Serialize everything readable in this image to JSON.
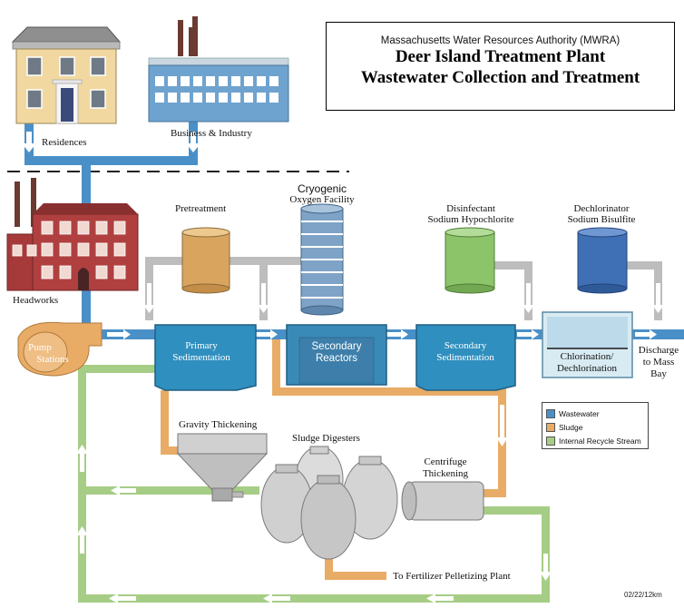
{
  "header": {
    "organization": "Massachusetts Water Resources Authority (MWRA)",
    "title_line1": "Deer Island Treatment Plant",
    "title_line2": "Wastewater Collection and Treatment"
  },
  "labels": {
    "residences": "Residences",
    "business": "Business & Industry",
    "headworks": "Headworks",
    "pretreatment": "Pretreatment",
    "cryogenic_line1": "Cryogenic",
    "cryogenic_line2": "Oxygen Facility",
    "disinfectant_line1": "Disinfectant",
    "disinfectant_line2": "Sodium Hypochlorite",
    "dechlorinator_line1": "Dechlorinator",
    "dechlorinator_line2": "Sodium Bisulfite",
    "pump_line1": "Pump",
    "pump_line2": "Stations",
    "primary_line1": "Primary",
    "primary_line2": "Sedimentation",
    "secondary_reactors_line1": "Secondary",
    "secondary_reactors_line2": "Reactors",
    "secondary_sed_line1": "Secondary",
    "secondary_sed_line2": "Sedimentation",
    "chlorination_line1": "Chlorination/",
    "chlorination_line2": "Dechlorination",
    "discharge_line1": "Discharge",
    "discharge_line2": "to Mass",
    "discharge_line3": "Bay",
    "gravity": "Gravity Thickening",
    "digesters": "Sludge Digesters",
    "centrifuge_line1": "Centrifuge",
    "centrifuge_line2": "Thickening",
    "fertilizer": "To Fertilizer Pelletizing Plant"
  },
  "legend": [
    {
      "label": "Wastewater",
      "color": "#4a90c8"
    },
    {
      "label": "Sludge",
      "color": "#e8ac66"
    },
    {
      "label": "Internal Recycle Stream",
      "color": "#a6cd86"
    }
  ],
  "stamp": "02/22/12km",
  "colors": {
    "wastewater": "#4a90c8",
    "sludge": "#e8ac66",
    "recycle": "#a6cd86",
    "pretreat_pipe": "#bdbdbd",
    "tank": "#2f8fbf",
    "building_red": "#a83a3a"
  }
}
